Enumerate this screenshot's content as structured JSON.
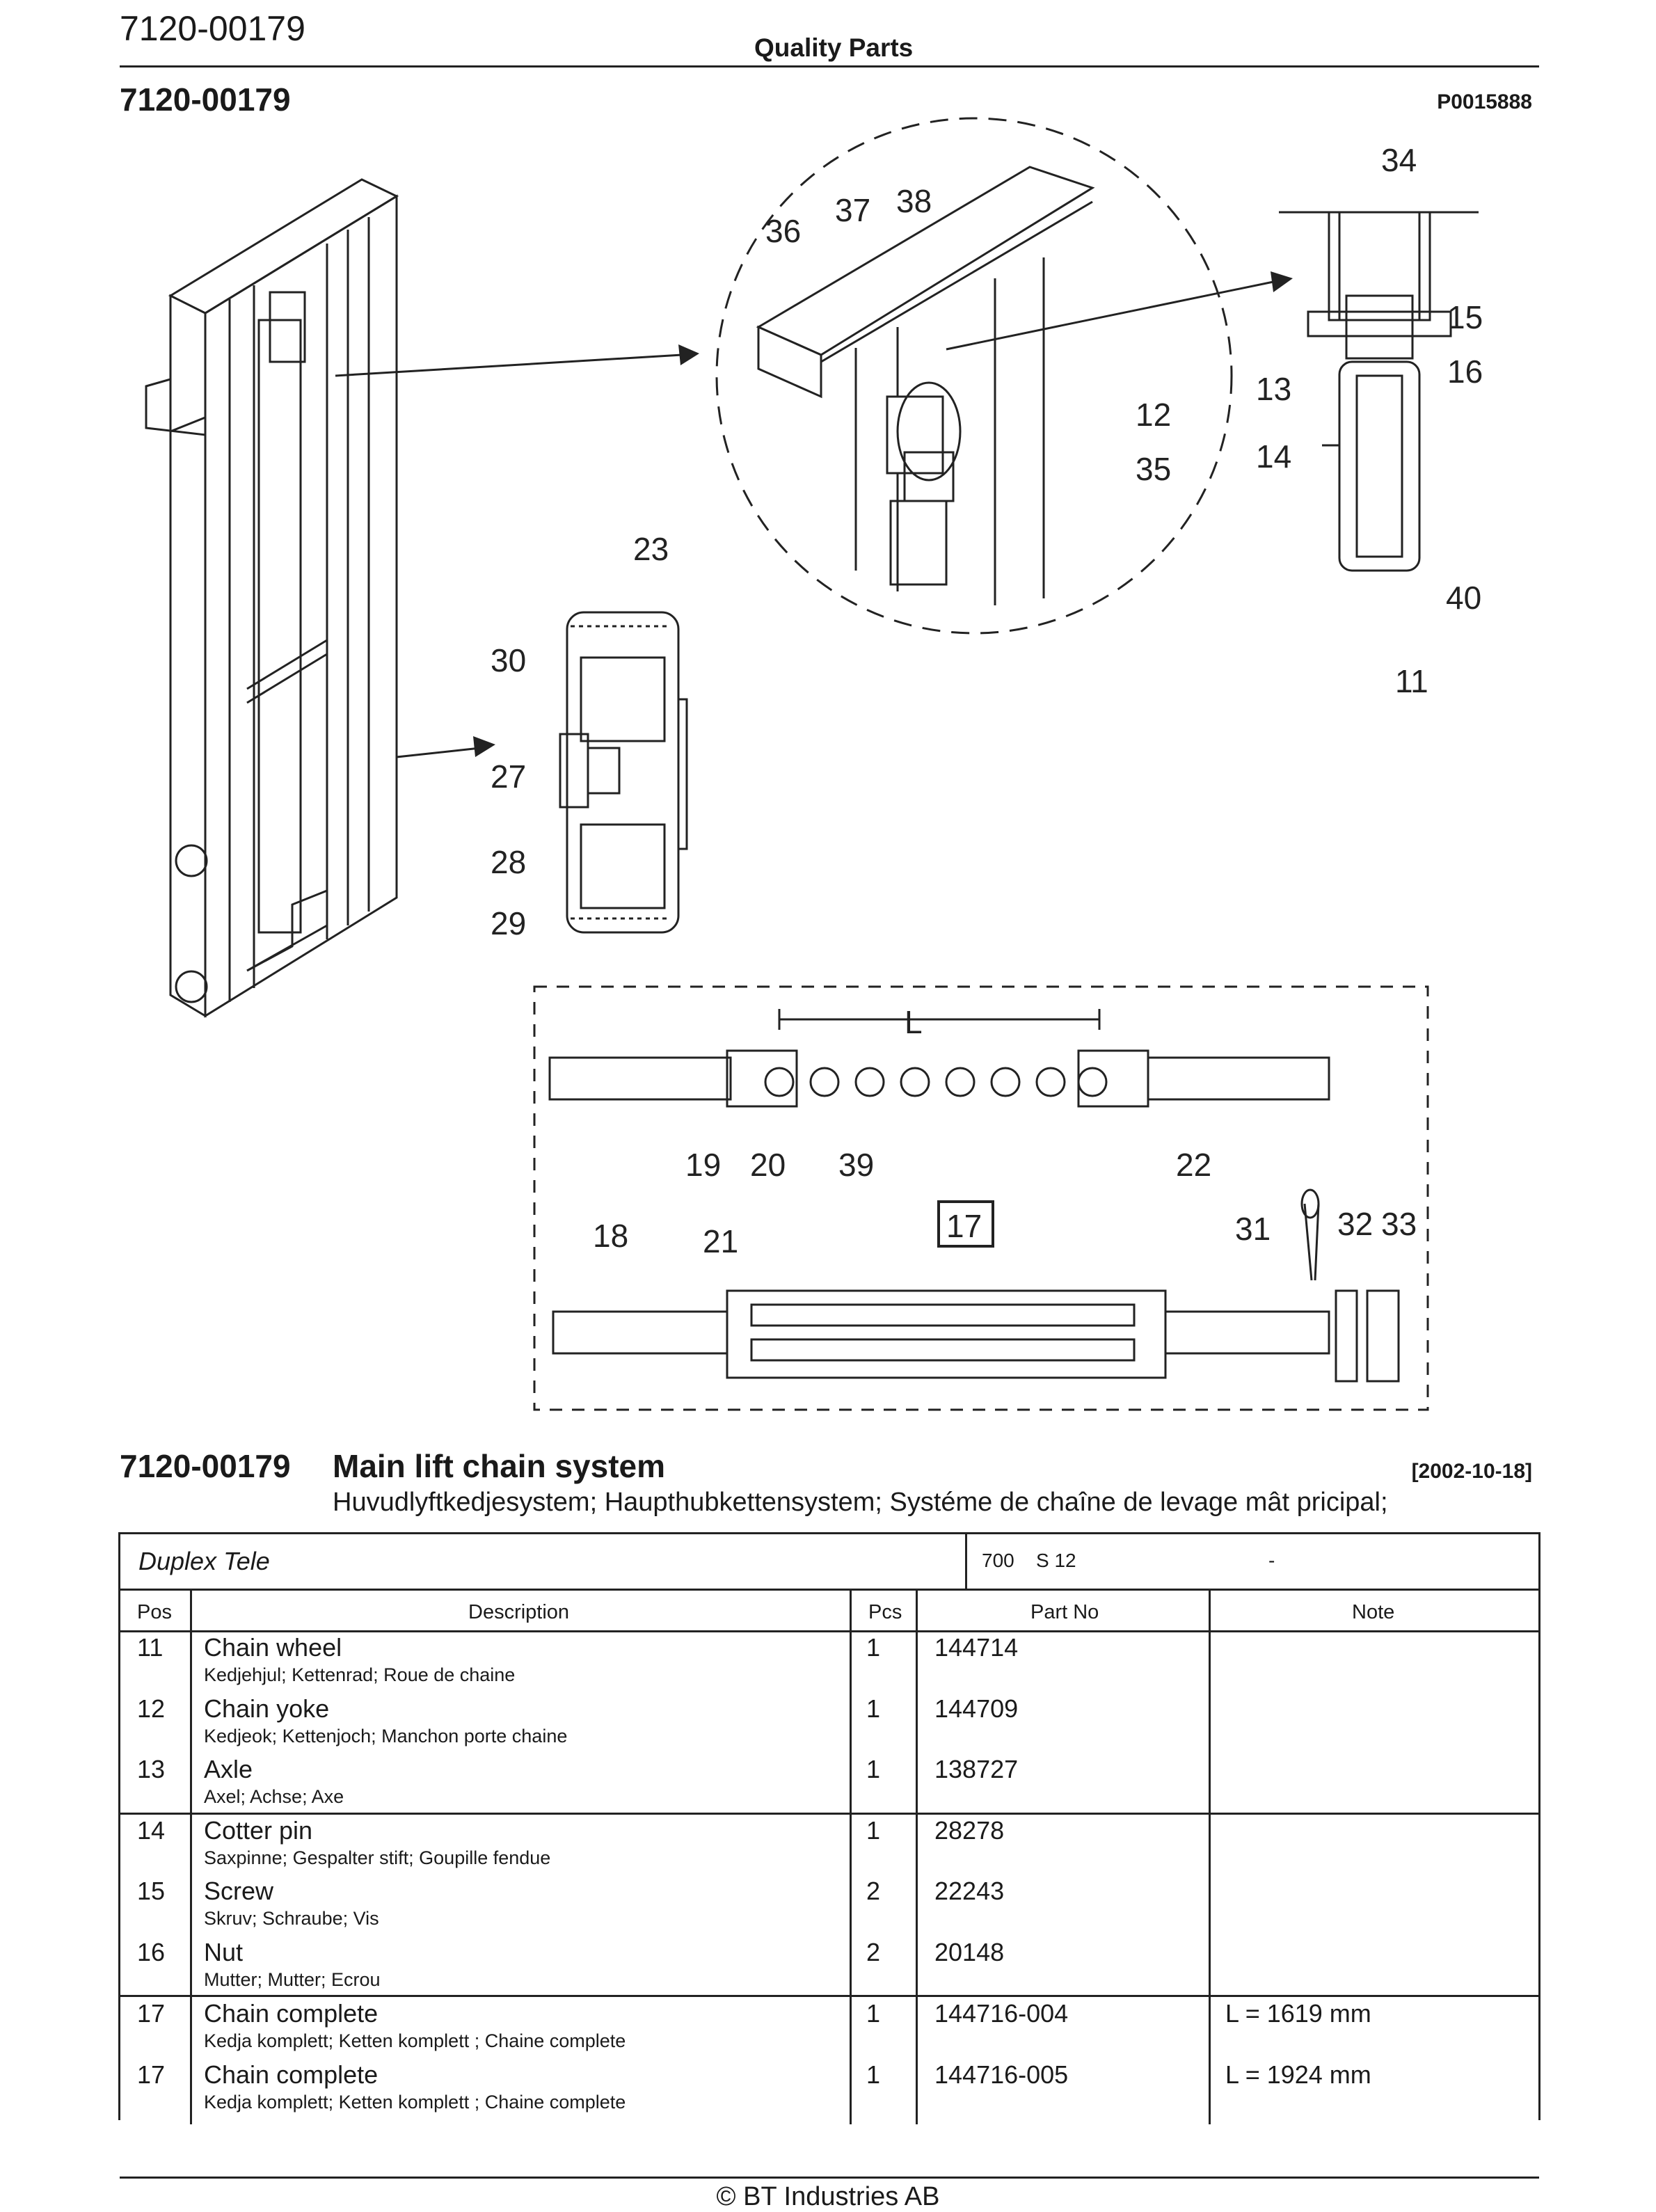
{
  "header": {
    "doc_number": "7120-00179",
    "title": "Quality Parts",
    "sub_number": "7120-00179",
    "figure_id": "P0015888"
  },
  "figure": {
    "callouts": [
      "11",
      "12",
      "13",
      "14",
      "15",
      "16",
      "17",
      "18",
      "19",
      "20",
      "21",
      "22",
      "23",
      "27",
      "28",
      "29",
      "30",
      "31",
      "32",
      "33",
      "34",
      "35",
      "36",
      "37",
      "38",
      "39",
      "40",
      "L"
    ]
  },
  "section": {
    "number": "7120-00179",
    "title": "Main lift chain system",
    "date": "[2002-10-18]",
    "subtitle": "Huvudlyftkedjesystem; Haupthubkettensystem; Systéme de chaîne de levage mât pricipal;"
  },
  "table": {
    "model": {
      "name": "Duplex Tele",
      "code": "700",
      "series": "S 12",
      "extra": "-"
    },
    "columns": [
      "Pos",
      "Description",
      "Pcs",
      "Part No",
      "Note"
    ],
    "rows": [
      {
        "pos": "11",
        "desc": "Chain wheel",
        "trans": "Kedjehjul; Kettenrad; Roue de chaine",
        "pcs": "1",
        "part": "144714",
        "note": ""
      },
      {
        "pos": "12",
        "desc": "Chain yoke",
        "trans": "Kedjeok; Kettenjoch; Manchon porte chaine",
        "pcs": "1",
        "part": "144709",
        "note": ""
      },
      {
        "pos": "13",
        "desc": "Axle",
        "trans": "Axel; Achse; Axe",
        "pcs": "1",
        "part": "138727",
        "note": ""
      },
      {
        "pos": "14",
        "desc": "Cotter pin",
        "trans": "Saxpinne; Gespalter stift; Goupille fendue",
        "pcs": "1",
        "part": "28278",
        "note": ""
      },
      {
        "pos": "15",
        "desc": "Screw",
        "trans": "Skruv; Schraube; Vis",
        "pcs": "2",
        "part": "22243",
        "note": ""
      },
      {
        "pos": "16",
        "desc": "Nut",
        "trans": "Mutter; Mutter; Ecrou",
        "pcs": "2",
        "part": "20148",
        "note": ""
      },
      {
        "pos": "17",
        "desc": "Chain complete",
        "trans": "Kedja komplett; Ketten komplett ; Chaine complete",
        "pcs": "1",
        "part": "144716-004",
        "note": "L = 1619 mm"
      },
      {
        "pos": "17",
        "desc": "Chain complete",
        "trans": "Kedja komplett; Ketten komplett ; Chaine complete",
        "pcs": "1",
        "part": "144716-005",
        "note": "L = 1924 mm"
      }
    ]
  },
  "footer": {
    "text": "© BT Industries AB"
  }
}
